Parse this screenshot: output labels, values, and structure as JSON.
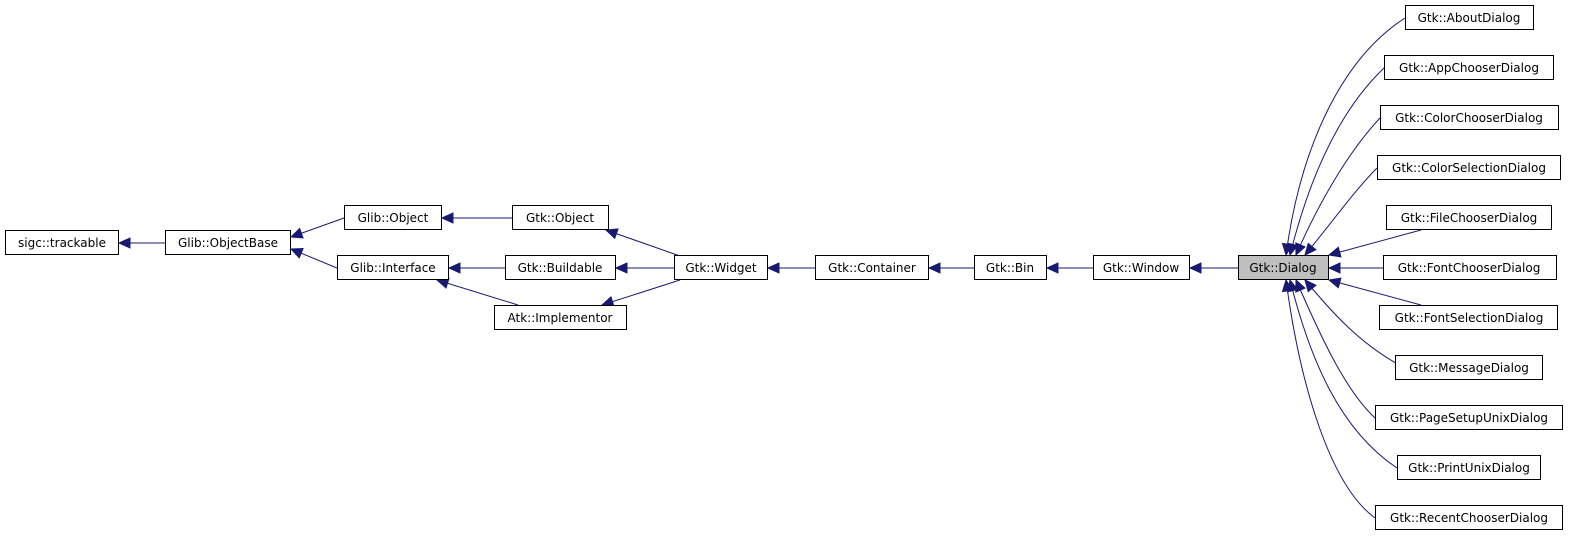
{
  "nodes": {
    "sigc_trackable": "sigc::trackable",
    "glib_objectbase": "Glib::ObjectBase",
    "glib_object": "Glib::Object",
    "glib_interface": "Glib::Interface",
    "gtk_object": "Gtk::Object",
    "gtk_buildable": "Gtk::Buildable",
    "atk_implementor": "Atk::Implementor",
    "gtk_widget": "Gtk::Widget",
    "gtk_container": "Gtk::Container",
    "gtk_bin": "Gtk::Bin",
    "gtk_window": "Gtk::Window",
    "gtk_dialog": "Gtk::Dialog",
    "about": "Gtk::AboutDialog",
    "appchooser": "Gtk::AppChooserDialog",
    "colorchooser": "Gtk::ColorChooserDialog",
    "colorselection": "Gtk::ColorSelectionDialog",
    "filechooser": "Gtk::FileChooserDialog",
    "fontchooser": "Gtk::FontChooserDialog",
    "fontselection": "Gtk::FontSelectionDialog",
    "message": "Gtk::MessageDialog",
    "pagesetup": "Gtk::PageSetupUnixDialog",
    "printunix": "Gtk::PrintUnixDialog",
    "recentchooser": "Gtk::RecentChooserDialog"
  },
  "current_node": "gtk_dialog",
  "edges": [
    {
      "from": "glib_objectbase",
      "to": "sigc_trackable"
    },
    {
      "from": "glib_object",
      "to": "glib_objectbase"
    },
    {
      "from": "glib_interface",
      "to": "glib_objectbase"
    },
    {
      "from": "gtk_object",
      "to": "glib_object"
    },
    {
      "from": "gtk_buildable",
      "to": "glib_interface"
    },
    {
      "from": "atk_implementor",
      "to": "glib_interface"
    },
    {
      "from": "gtk_widget",
      "to": "gtk_object"
    },
    {
      "from": "gtk_widget",
      "to": "gtk_buildable"
    },
    {
      "from": "gtk_widget",
      "to": "atk_implementor"
    },
    {
      "from": "gtk_container",
      "to": "gtk_widget"
    },
    {
      "from": "gtk_bin",
      "to": "gtk_container"
    },
    {
      "from": "gtk_window",
      "to": "gtk_bin"
    },
    {
      "from": "gtk_dialog",
      "to": "gtk_window"
    },
    {
      "from": "about",
      "to": "gtk_dialog"
    },
    {
      "from": "appchooser",
      "to": "gtk_dialog"
    },
    {
      "from": "colorchooser",
      "to": "gtk_dialog"
    },
    {
      "from": "colorselection",
      "to": "gtk_dialog"
    },
    {
      "from": "filechooser",
      "to": "gtk_dialog"
    },
    {
      "from": "fontchooser",
      "to": "gtk_dialog"
    },
    {
      "from": "fontselection",
      "to": "gtk_dialog"
    },
    {
      "from": "message",
      "to": "gtk_dialog"
    },
    {
      "from": "pagesetup",
      "to": "gtk_dialog"
    },
    {
      "from": "printunix",
      "to": "gtk_dialog"
    },
    {
      "from": "recentchooser",
      "to": "gtk_dialog"
    }
  ],
  "colors": {
    "edge": "#191970",
    "node_border": "#000000",
    "current_fill": "#bfbfbf"
  }
}
